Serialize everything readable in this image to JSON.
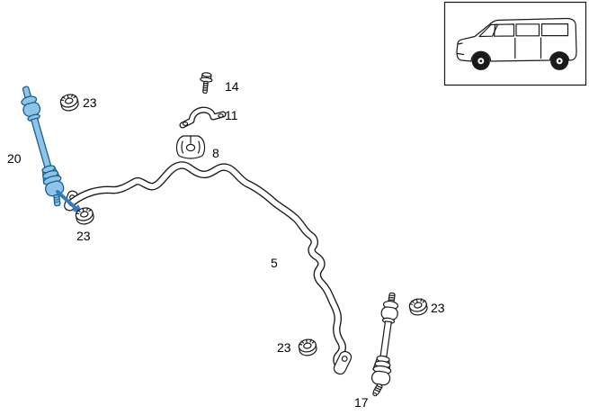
{
  "callouts": {
    "part20": {
      "label": "20"
    },
    "part23_top_left": {
      "label": "23"
    },
    "part23_below_link": {
      "label": "23"
    },
    "part14": {
      "label": "14"
    },
    "part11": {
      "label": "11"
    },
    "part8": {
      "label": "8"
    },
    "part5": {
      "label": "5"
    },
    "part23_bar_end": {
      "label": "23"
    },
    "part23_link17": {
      "label": "23"
    },
    "part17": {
      "label": "17"
    }
  },
  "colors": {
    "highlight_fill": "#8ec4e8",
    "highlight_stroke": "#1a6090",
    "arrow": "#2f7cc0",
    "line": "#1a1a1a",
    "background": "#ffffff"
  }
}
